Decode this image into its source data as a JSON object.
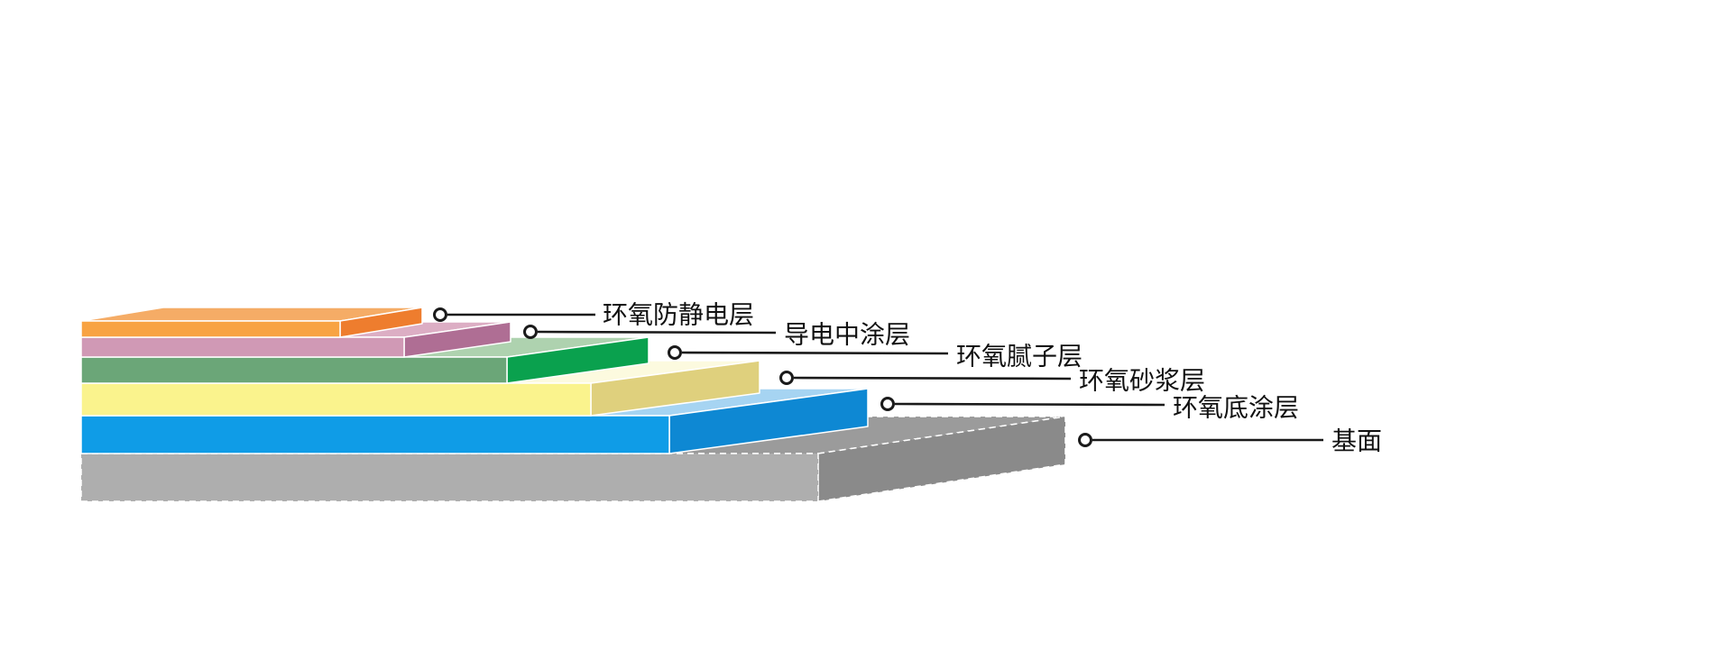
{
  "diagram": {
    "description_label": "epoxy-antistatic-floor-layer-stack",
    "background_color": "#ffffff",
    "line_color": "#1a1a1a",
    "layers": [
      {
        "id": "antistatic",
        "label": "环氧防静电层",
        "top_color": "#F5AC66",
        "front_color": "#F8A343",
        "side_color": "#EE7D2E"
      },
      {
        "id": "conductive-midcoat",
        "label": "导电中涂层",
        "top_color": "#DCAEC4",
        "front_color": "#D099B5",
        "side_color": "#AF6E94"
      },
      {
        "id": "putty",
        "label": "环氧腻子层",
        "top_color": "#AED2AF",
        "front_color": "#6BA678",
        "side_color": "#0AA14E"
      },
      {
        "id": "mortar",
        "label": "环氧砂浆层",
        "top_color": "#FCFADF",
        "front_color": "#FAF38D",
        "side_color": "#DFD07D"
      },
      {
        "id": "primer",
        "label": "环氧底涂层",
        "top_color": "#A6D4F2",
        "front_color": "#0F9CE7",
        "side_color": "#0E88D3"
      },
      {
        "id": "base",
        "label": "基面",
        "top_color": "#9B9B9B",
        "front_color": "#AEAEAE",
        "side_color": "#8A8A8A"
      }
    ]
  }
}
